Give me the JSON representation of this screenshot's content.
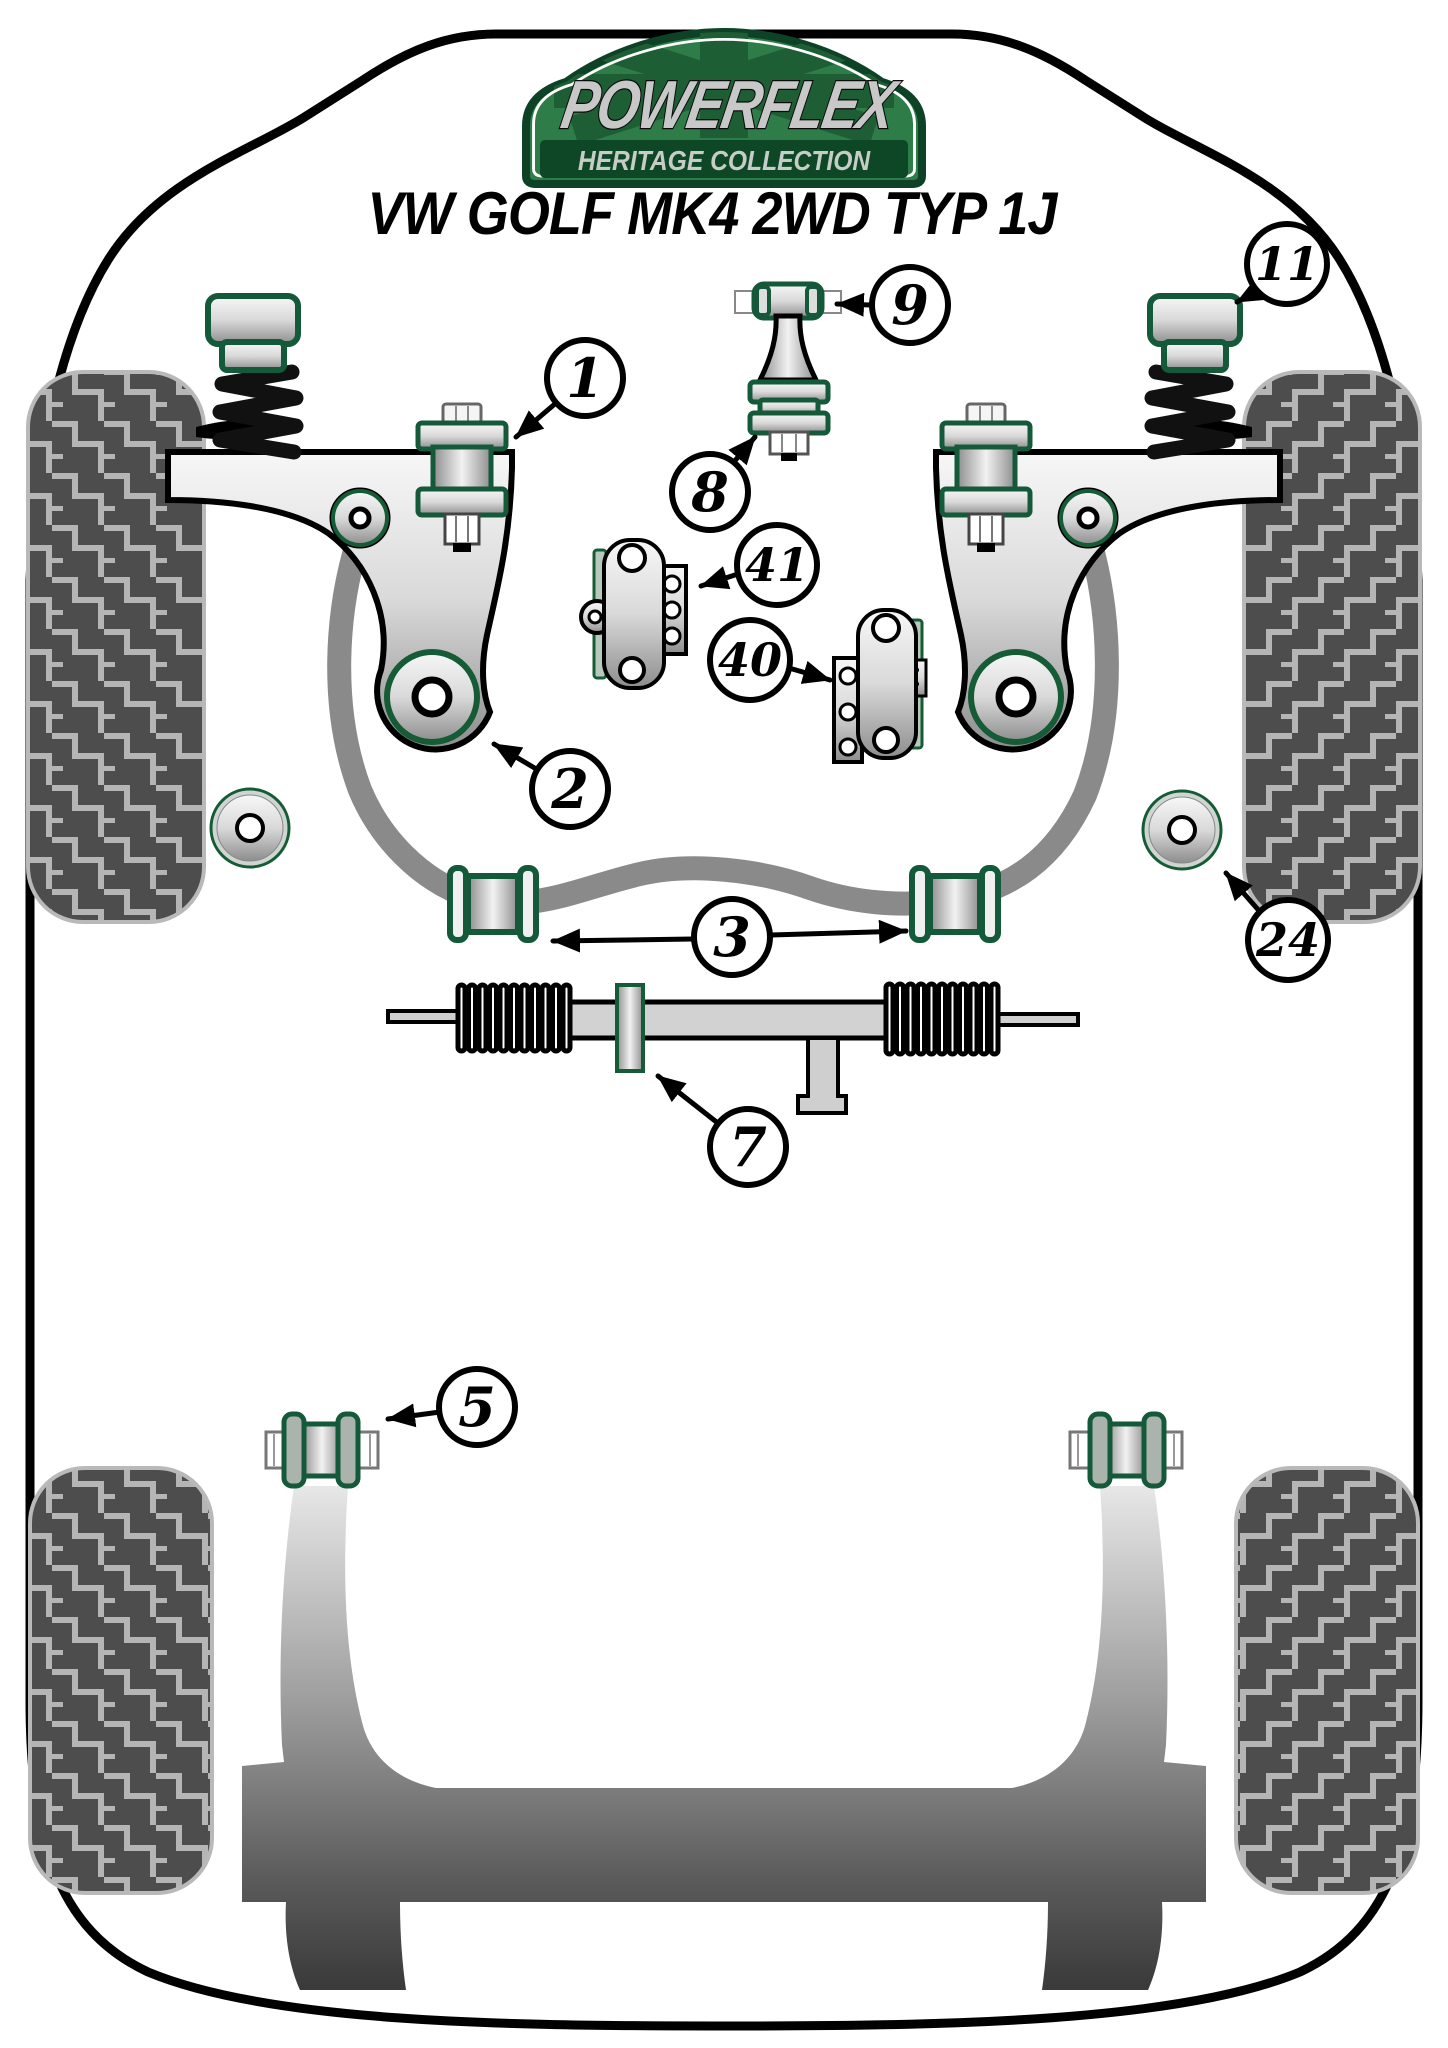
{
  "type": "suspension-parts-diagram",
  "brand": {
    "name": "POWERFLEX",
    "collection": "HERITAGE COLLECTION"
  },
  "title": "VW GOLF MK4 2WD TYP 1J",
  "vehicle": {
    "make": "VW",
    "model": "GOLF MK4",
    "drivetrain": "2WD",
    "type_code": "TYP 1J"
  },
  "callouts": [
    {
      "number": "1",
      "points_to": "front-wishbone-front-bushing"
    },
    {
      "number": "2",
      "points_to": "front-wishbone-rear-bushing"
    },
    {
      "number": "3",
      "points_to": "front-anti-roll-bar-bushes"
    },
    {
      "number": "5",
      "points_to": "rear-beam-mounting-bush"
    },
    {
      "number": "7",
      "points_to": "steering-rack-mount"
    },
    {
      "number": "8",
      "points_to": "lower-engine-mount-large-bush"
    },
    {
      "number": "9",
      "points_to": "lower-engine-mount-small-bush"
    },
    {
      "number": "11",
      "points_to": "front-strut-top-mount"
    },
    {
      "number": "24",
      "points_to": "jack-pad-washer"
    },
    {
      "number": "40",
      "points_to": "gearbox-mount-insert"
    },
    {
      "number": "41",
      "points_to": "engine-mount-insert"
    }
  ],
  "colors": {
    "brand_green_dark": "#0d4226",
    "brand_green": "#2e7d48",
    "brand_green_band": "#1e5e35",
    "part_outline_green": "#155c36",
    "metal_light": "#f5f5f5",
    "metal_dark": "#8d8d8d",
    "tire_dark": "#4d4d4d",
    "tire_light": "#b5b5b5",
    "anti_roll_bar_gray": "#8a8a8a",
    "outline_black": "#000000"
  }
}
